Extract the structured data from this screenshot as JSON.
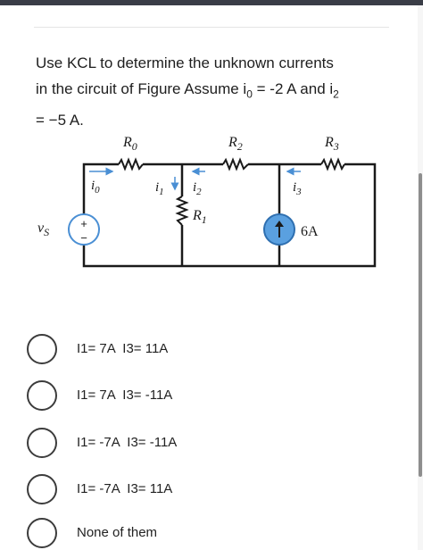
{
  "question": {
    "line1": "Use KCL to determine the unknown currents",
    "line2_prefix": "in the circuit of Figure Assume i",
    "line2_sub0": "0",
    "line2_mid": " = -2 A and i",
    "line2_sub2": "2",
    "line3": "= −5 A."
  },
  "circuit": {
    "R0_main": "R",
    "R0_sub": "0",
    "R2_main": "R",
    "R2_sub": "2",
    "R3_main": "R",
    "R3_sub": "3",
    "R1_main": "R",
    "R1_sub": "1",
    "i0_main": "i",
    "i0_sub": "0",
    "i1_main": "i",
    "i1_sub": "1",
    "i2_main": "i",
    "i2_sub": "2",
    "i3_main": "i",
    "i3_sub": "3",
    "vs_main": "v",
    "vs_sub": "S",
    "vs_plus": "+",
    "vs_minus": "−",
    "current_source_value": "6A"
  },
  "options": [
    {
      "label": "I1= 7A  I3= 11A"
    },
    {
      "label": "I1= 7A  I3= -11A"
    },
    {
      "label": "I1= -7A  I3= -11A"
    },
    {
      "label": "I1= -7A  I3= 11A"
    },
    {
      "label": "None of them"
    }
  ],
  "colors": {
    "wire": "#1a1a1a",
    "arrow": "#4a8fd4",
    "source_fill": "#5aa0e0"
  }
}
